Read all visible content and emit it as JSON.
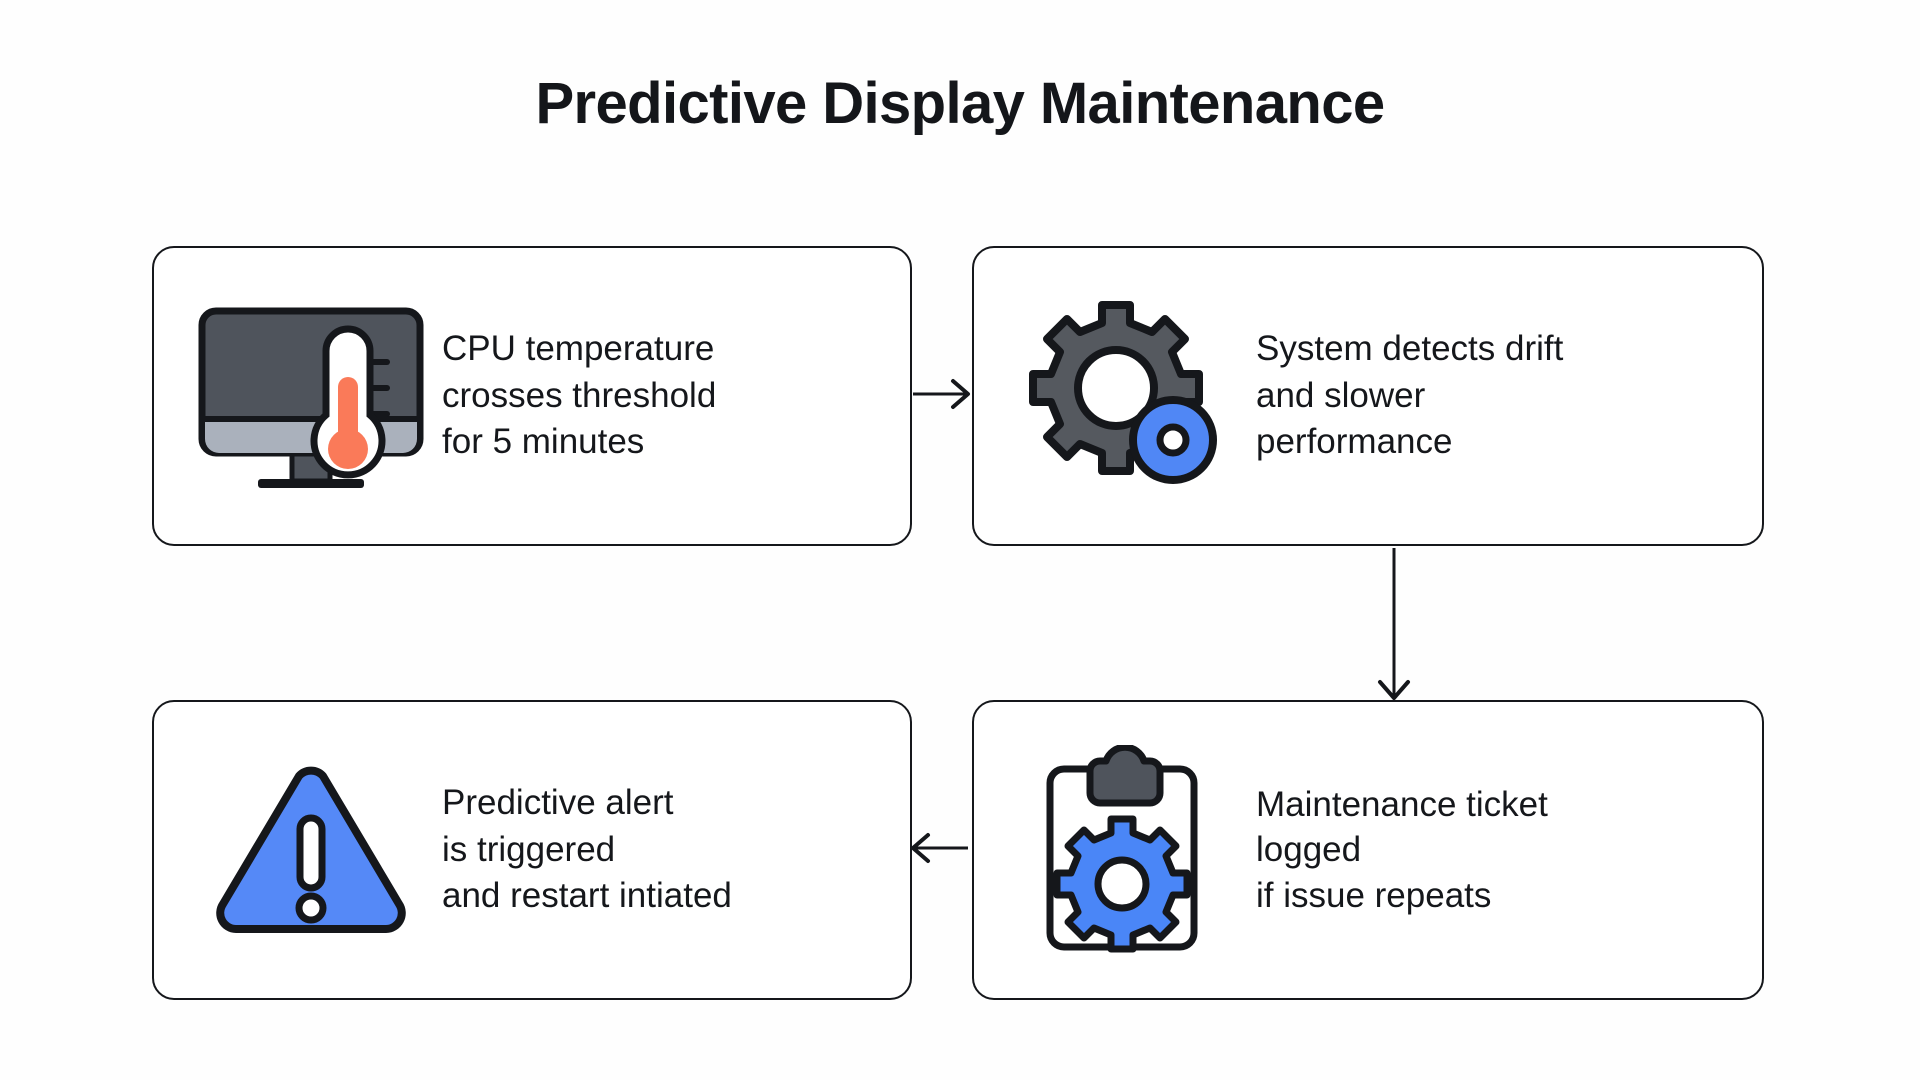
{
  "page": {
    "title": "Predictive Display Maintenance",
    "background_color": "#fefefe",
    "text_color": "#15171b",
    "border_color": "#15171b"
  },
  "palette": {
    "accent_blue": "#5589f7",
    "gear_blue": "#4a86f7",
    "disc_blue": "#5087f5",
    "screen_dark_gray": "#4f545c",
    "screen_light_gray": "#aab1bc",
    "gear_gray": "#55595f",
    "thermometer_orange": "#fa7a59",
    "outline_black": "#15171b",
    "white": "#ffffff"
  },
  "flow": {
    "steps": [
      {
        "id": "step-1",
        "icon": "monitor-thermometer-icon",
        "text": "CPU temperature\ncrosses threshold\nfor 5 minutes"
      },
      {
        "id": "step-2",
        "icon": "gear-disc-icon",
        "text": "System detects drift\nand slower\nperformance"
      },
      {
        "id": "step-3",
        "icon": "warning-triangle-icon",
        "text": "Predictive alert\nis triggered\nand restart intiated"
      },
      {
        "id": "step-4",
        "icon": "clipboard-gear-icon",
        "text": "Maintenance ticket\nlogged\nif issue repeats"
      }
    ],
    "connectors": [
      {
        "id": "connector-1-to-2",
        "direction": "right"
      },
      {
        "id": "connector-2-to-4",
        "direction": "down"
      },
      {
        "id": "connector-4-to-3",
        "direction": "left"
      }
    ]
  }
}
